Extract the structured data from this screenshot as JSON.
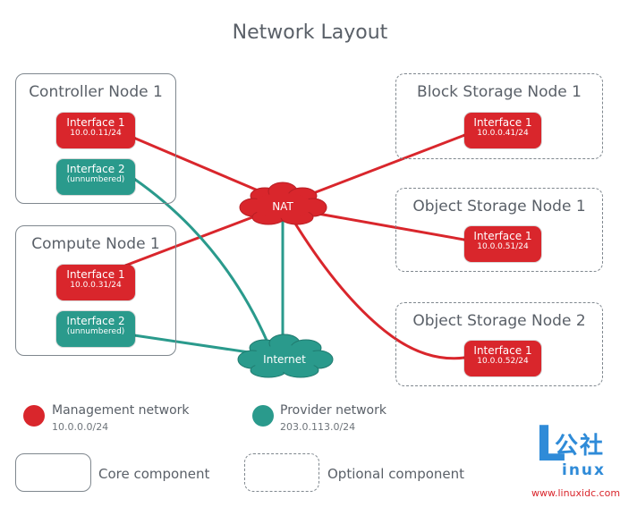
{
  "title": "Network Layout",
  "nodes": {
    "controller": {
      "title": "Controller Node 1",
      "if1": {
        "name": "Interface 1",
        "addr": "10.0.0.11/24"
      },
      "if2": {
        "name": "Interface 2",
        "addr": "(unnumbered)"
      }
    },
    "compute": {
      "title": "Compute Node 1",
      "if1": {
        "name": "Interface 1",
        "addr": "10.0.0.31/24"
      },
      "if2": {
        "name": "Interface 2",
        "addr": "(unnumbered)"
      }
    },
    "block": {
      "title": "Block Storage Node 1",
      "if1": {
        "name": "Interface 1",
        "addr": "10.0.0.41/24"
      }
    },
    "object1": {
      "title": "Object Storage Node 1",
      "if1": {
        "name": "Interface 1",
        "addr": "10.0.0.51/24"
      }
    },
    "object2": {
      "title": "Object Storage Node 2",
      "if1": {
        "name": "Interface 1",
        "addr": "10.0.0.52/24"
      }
    }
  },
  "clouds": {
    "nat": "NAT",
    "internet": "Internet"
  },
  "legend": {
    "management": {
      "name": "Management network",
      "subnet": "10.0.0.0/24"
    },
    "provider": {
      "name": "Provider network",
      "subnet": "203.0.113.0/24"
    },
    "core": "Core component",
    "optional": "Optional component"
  },
  "watermark": {
    "cn": "公社",
    "brand": "inux",
    "url": "www.linuxidc.com"
  },
  "colors": {
    "management": "#d9262c",
    "provider": "#2a9a8c",
    "border": "#7f878e",
    "brand": "#2f8bd8"
  }
}
